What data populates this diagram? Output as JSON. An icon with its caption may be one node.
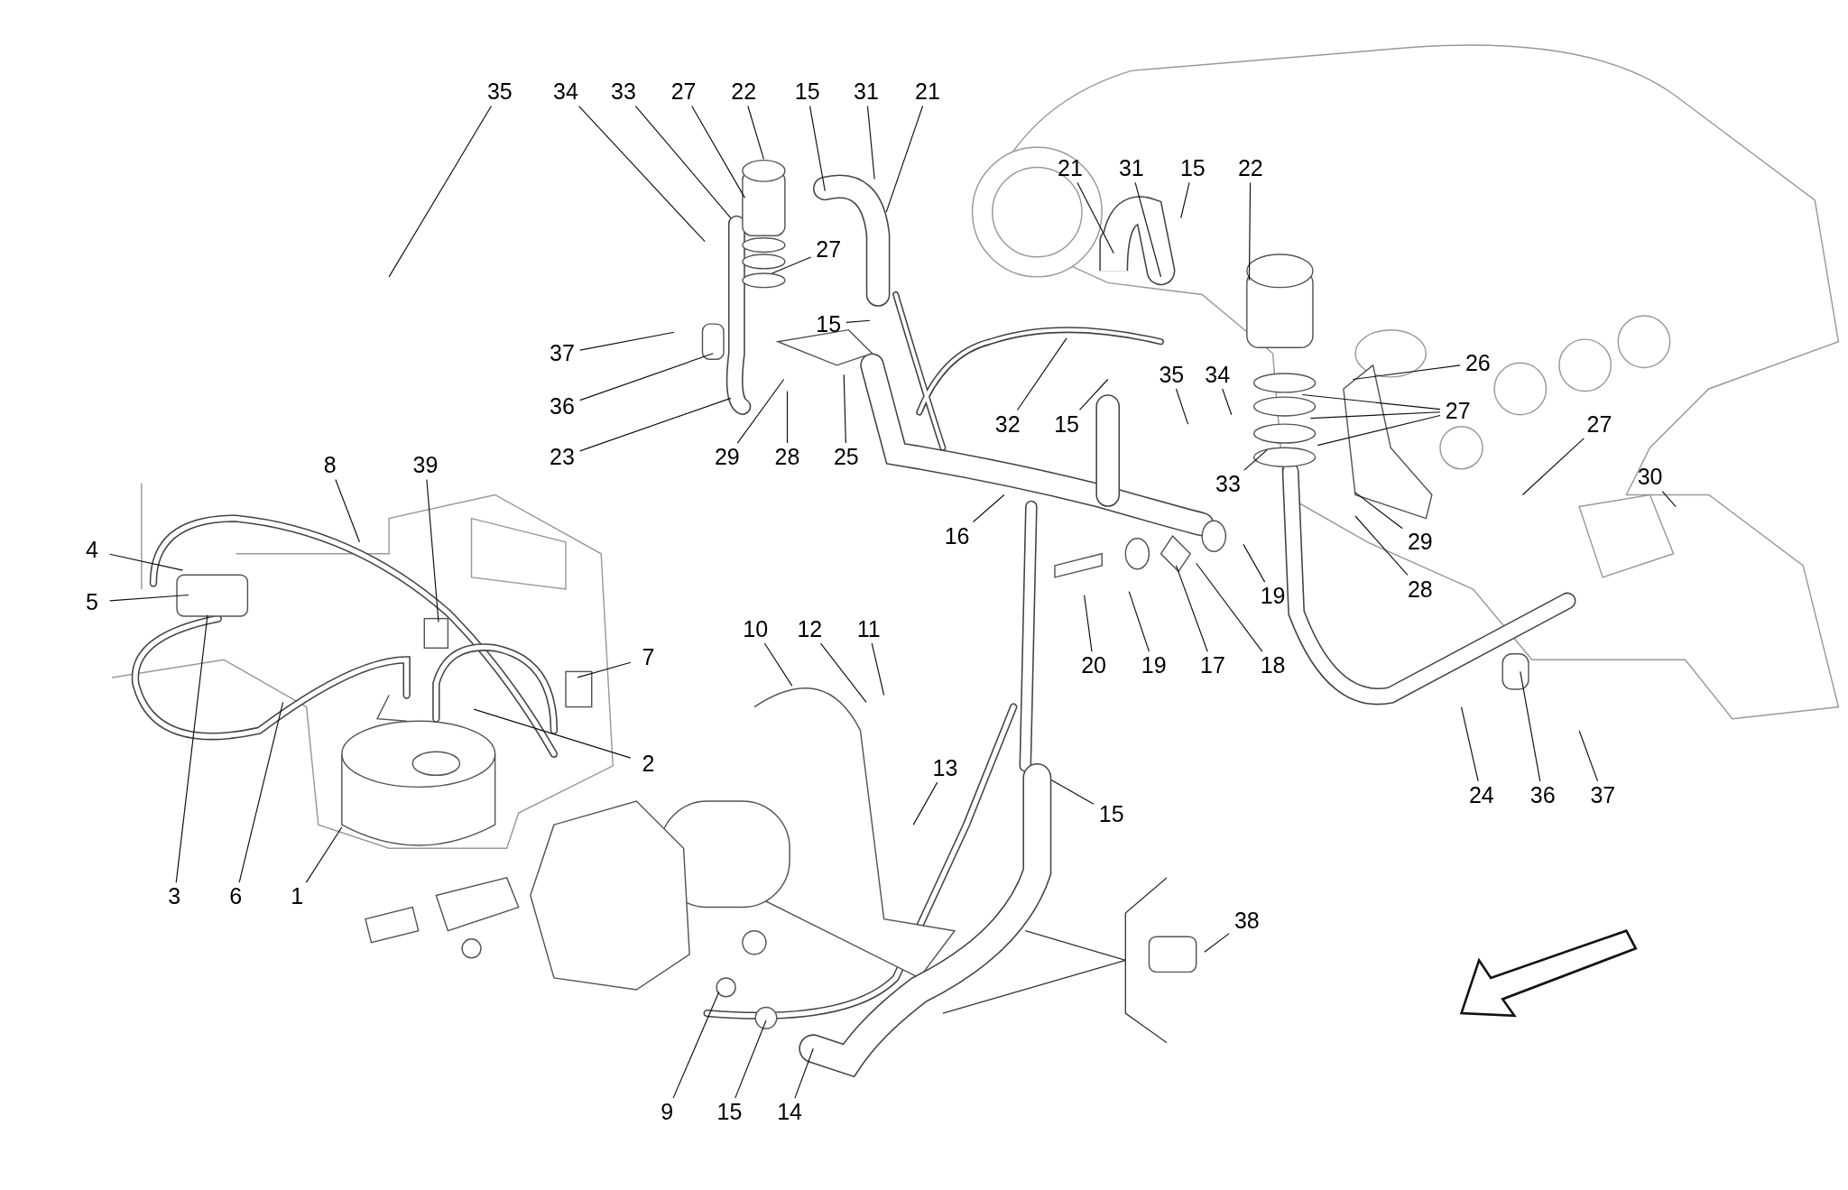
{
  "diagram": {
    "nodes": [
      {
        "text": [
          "35"
        ]
      },
      {
        "text": [
          "34"
        ]
      },
      {
        "text": [
          "33"
        ]
      },
      {
        "text": [
          "27"
        ]
      },
      {
        "text": [
          "22"
        ]
      },
      {
        "text": [
          "15"
        ]
      },
      {
        "text": [
          "31"
        ]
      },
      {
        "text": [
          "21"
        ]
      },
      {
        "text": [
          "21"
        ]
      },
      {
        "text": [
          "31"
        ]
      },
      {
        "text": [
          "15"
        ]
      },
      {
        "text": [
          "22"
        ]
      },
      {
        "text": [
          "27"
        ]
      },
      {
        "text": [
          "15"
        ]
      },
      {
        "text": [
          "37"
        ]
      },
      {
        "text": [
          "26"
        ]
      },
      {
        "text": [
          "35"
        ]
      },
      {
        "text": [
          "34"
        ]
      },
      {
        "text": [
          "36"
        ]
      },
      {
        "text": [
          "27"
        ]
      },
      {
        "text": [
          "32"
        ]
      },
      {
        "text": [
          "15"
        ]
      },
      {
        "text": [
          "27"
        ]
      },
      {
        "text": [
          "23"
        ]
      },
      {
        "text": [
          "29"
        ]
      },
      {
        "text": [
          "28"
        ]
      },
      {
        "text": [
          "25"
        ]
      },
      {
        "text": [
          "8"
        ]
      },
      {
        "text": [
          "39"
        ]
      },
      {
        "text": [
          "30"
        ]
      },
      {
        "text": [
          "33"
        ]
      },
      {
        "text": [
          "16"
        ]
      },
      {
        "text": [
          "29"
        ]
      },
      {
        "text": [
          "4"
        ]
      },
      {
        "text": [
          "28"
        ]
      },
      {
        "text": [
          "19"
        ]
      },
      {
        "text": [
          "5"
        ]
      },
      {
        "text": [
          "10"
        ]
      },
      {
        "text": [
          "12"
        ]
      },
      {
        "text": [
          "11"
        ]
      },
      {
        "text": [
          "7"
        ]
      },
      {
        "text": [
          "20"
        ]
      },
      {
        "text": [
          "19"
        ]
      },
      {
        "text": [
          "17"
        ]
      },
      {
        "text": [
          "18"
        ]
      },
      {
        "text": [
          "2"
        ]
      },
      {
        "text": [
          "13"
        ]
      },
      {
        "text": [
          "24"
        ]
      },
      {
        "text": [
          "36"
        ]
      },
      {
        "text": [
          "37"
        ]
      },
      {
        "text": [
          "15"
        ]
      },
      {
        "text": [
          "3"
        ]
      },
      {
        "text": [
          "6"
        ]
      },
      {
        "text": [
          "1"
        ]
      },
      {
        "text": [
          "38"
        ]
      },
      {
        "text": [
          "9"
        ]
      },
      {
        "text": [
          "15"
        ]
      },
      {
        "text": [
          "14"
        ]
      }
    ],
    "edges": [
      {
        "from": 0,
        "to": null,
        "arrow": "none"
      },
      {
        "from": 1,
        "to": null,
        "arrow": "none"
      },
      {
        "from": 2,
        "to": null,
        "arrow": "none"
      },
      {
        "from": 3,
        "to": null,
        "arrow": "none"
      },
      {
        "from": 4,
        "to": null,
        "arrow": "none"
      },
      {
        "from": 5,
        "to": null,
        "arrow": "none"
      },
      {
        "from": 6,
        "to": null,
        "arrow": "none"
      },
      {
        "from": 7,
        "to": null,
        "arrow": "none"
      },
      {
        "from": 8,
        "to": null,
        "arrow": "none"
      },
      {
        "from": 9,
        "to": null,
        "arrow": "none"
      },
      {
        "from": 10,
        "to": null,
        "arrow": "none"
      },
      {
        "from": 11,
        "to": null,
        "arrow": "none"
      },
      {
        "from": 12,
        "to": null,
        "arrow": "none"
      },
      {
        "from": 13,
        "to": null,
        "arrow": "none"
      },
      {
        "from": 14,
        "to": null,
        "arrow": "none"
      },
      {
        "from": 15,
        "to": null,
        "arrow": "none"
      },
      {
        "from": 16,
        "to": null,
        "arrow": "none"
      },
      {
        "from": 17,
        "to": null,
        "arrow": "none"
      },
      {
        "from": 18,
        "to": null,
        "arrow": "none"
      },
      {
        "from": 19,
        "to": null,
        "arrow": "none"
      },
      {
        "from": 19,
        "to": null,
        "arrow": "none"
      },
      {
        "from": 19,
        "to": null,
        "arrow": "none"
      },
      {
        "from": 20,
        "to": null,
        "arrow": "none"
      },
      {
        "from": 21,
        "to": null,
        "arrow": "none"
      },
      {
        "from": 22,
        "to": null,
        "arrow": "none"
      },
      {
        "from": 23,
        "to": null,
        "arrow": "none"
      },
      {
        "from": 24,
        "to": null,
        "arrow": "none"
      },
      {
        "from": 25,
        "to": null,
        "arrow": "none"
      },
      {
        "from": 26,
        "to": null,
        "arrow": "none"
      },
      {
        "from": 27,
        "to": null,
        "arrow": "none"
      },
      {
        "from": 28,
        "to": null,
        "arrow": "none"
      },
      {
        "from": 29,
        "to": null,
        "arrow": "none"
      },
      {
        "from": 30,
        "to": null,
        "arrow": "none"
      },
      {
        "from": 31,
        "to": null,
        "arrow": "none"
      },
      {
        "from": 32,
        "to": null,
        "arrow": "none"
      },
      {
        "from": 33,
        "to": null,
        "arrow": "none"
      },
      {
        "from": 34,
        "to": null,
        "arrow": "none"
      },
      {
        "from": 35,
        "to": null,
        "arrow": "none"
      },
      {
        "from": 36,
        "to": null,
        "arrow": "none"
      },
      {
        "from": 37,
        "to": null,
        "arrow": "none"
      },
      {
        "from": 38,
        "to": null,
        "arrow": "none"
      },
      {
        "from": 39,
        "to": null,
        "arrow": "none"
      },
      {
        "from": 40,
        "to": null,
        "arrow": "none"
      },
      {
        "from": 41,
        "to": null,
        "arrow": "none"
      },
      {
        "from": 42,
        "to": null,
        "arrow": "none"
      },
      {
        "from": 43,
        "to": null,
        "arrow": "none"
      },
      {
        "from": 44,
        "to": null,
        "arrow": "none"
      },
      {
        "from": 45,
        "to": null,
        "arrow": "none"
      },
      {
        "from": 46,
        "to": null,
        "arrow": "none"
      },
      {
        "from": 47,
        "to": null,
        "arrow": "none"
      },
      {
        "from": 48,
        "to": null,
        "arrow": "none"
      },
      {
        "from": 49,
        "to": null,
        "arrow": "none"
      },
      {
        "from": 50,
        "to": null,
        "arrow": "none"
      },
      {
        "from": 51,
        "to": null,
        "arrow": "none"
      },
      {
        "from": 52,
        "to": null,
        "arrow": "none"
      },
      {
        "from": 53,
        "to": null,
        "arrow": "none"
      },
      {
        "from": 54,
        "to": null,
        "arrow": "none"
      },
      {
        "from": 55,
        "to": null,
        "arrow": "none"
      },
      {
        "from": 56,
        "to": null,
        "arrow": "none"
      },
      {
        "from": 57,
        "to": null,
        "arrow": "none"
      }
    ]
  }
}
